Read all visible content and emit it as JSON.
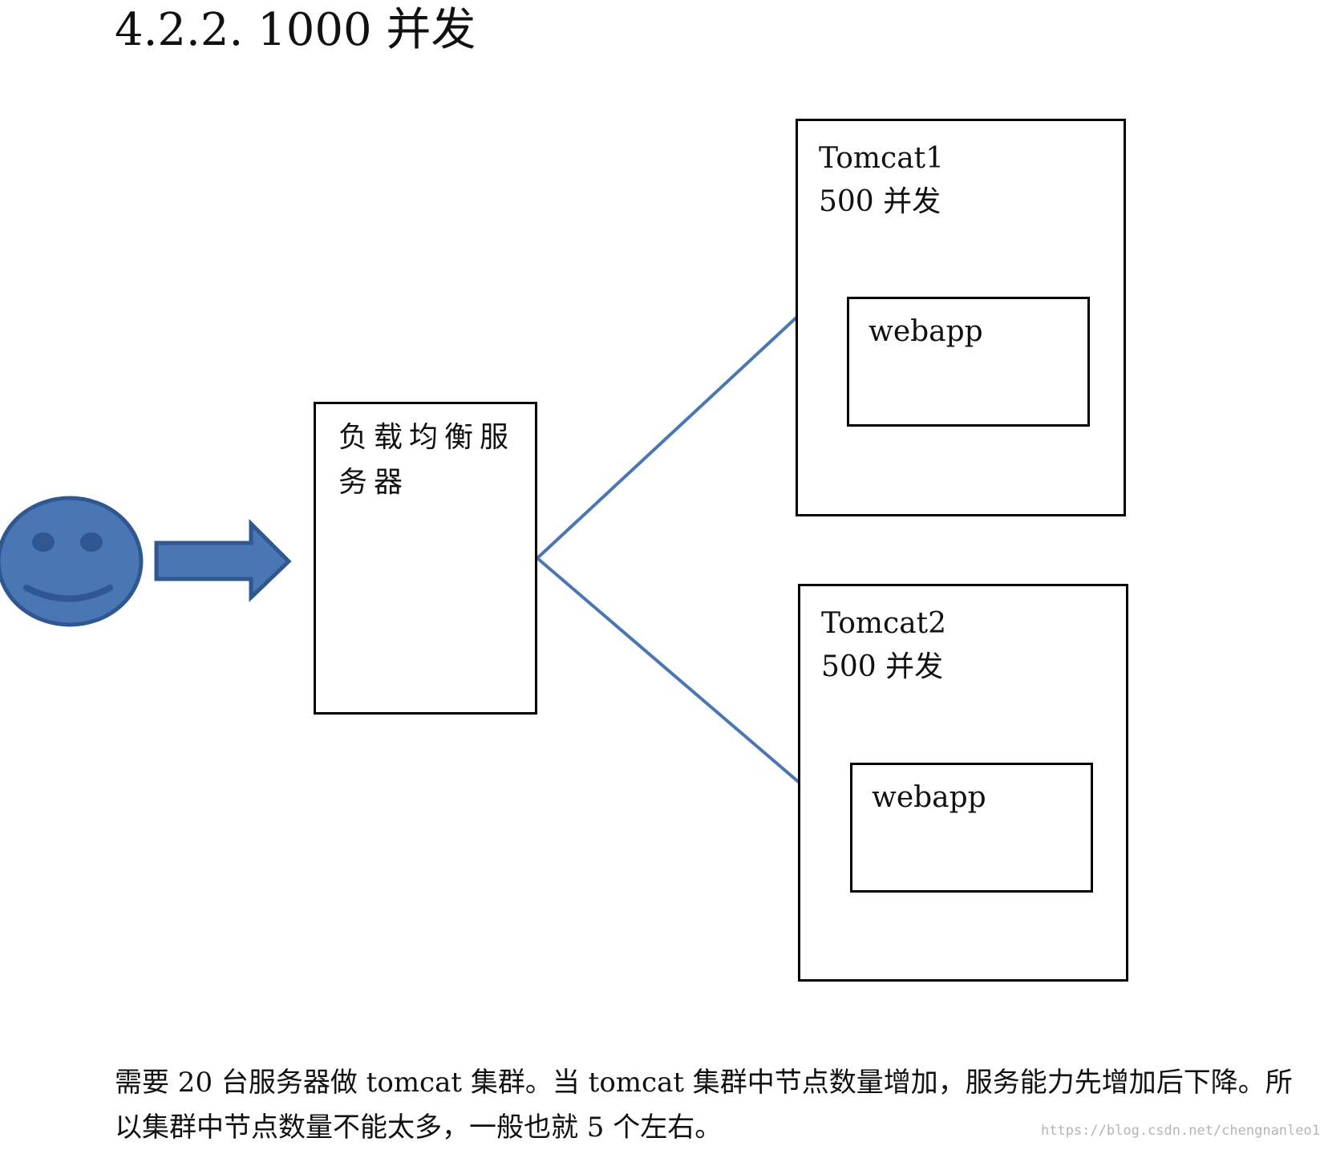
{
  "heading": "4.2.2. 1000 并发",
  "diagram": {
    "client_icon": "smiley-face-icon",
    "arrow_icon": "right-arrow-icon",
    "load_balancer": {
      "label": "负载均衡服务器"
    },
    "servers": [
      {
        "name": "Tomcat1",
        "concurrency": "500 并发",
        "app": "webapp"
      },
      {
        "name": "Tomcat2",
        "concurrency": "500 并发",
        "app": "webapp"
      }
    ],
    "colors": {
      "accent_fill": "#4a76b3",
      "accent_stroke": "#2f5791",
      "connector": "#4a76b3"
    }
  },
  "paragraph": "需要 20 台服务器做 tomcat 集群。当 tomcat 集群中节点数量增加，服务能力先增加后下降。所以集群中节点数量不能太多，一般也就 5 个左右。",
  "watermark": "https://blog.csdn.net/chengnanleo1"
}
